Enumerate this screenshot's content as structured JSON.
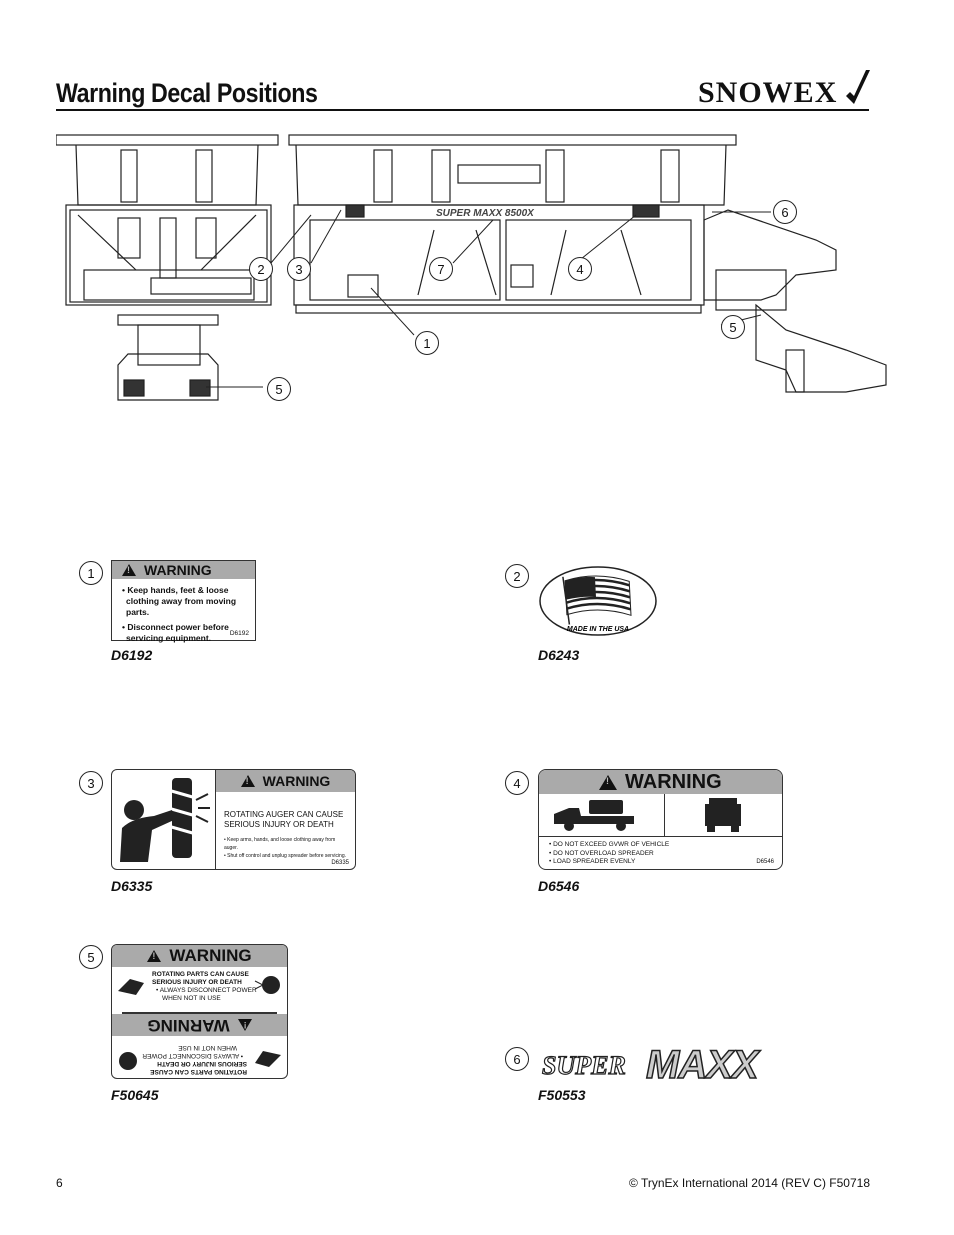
{
  "page": {
    "title": "Warning Decal Positions",
    "brand": "SNOWEX",
    "page_number": "6",
    "copyright": "© TrynEx International 2014 (REV C) F50718"
  },
  "diagram": {
    "callouts": [
      "6",
      "2",
      "3",
      "7",
      "4",
      "5",
      "1",
      "5"
    ],
    "hopper_label": "SUPER MAXX 8500X"
  },
  "decals": [
    {
      "num": "1",
      "code": "D6192",
      "heading": "WARNING",
      "lines": [
        "• Keep hands, feet & loose",
        "  clothing away from moving parts.",
        "• Disconnect power before",
        "  servicing equipment."
      ],
      "part": "D6192"
    },
    {
      "num": "2",
      "code": "D6243",
      "caption": "MADE IN THE USA"
    },
    {
      "num": "3",
      "code": "D6335",
      "heading": "WARNING",
      "main": [
        "ROTATING AUGER CAN CAUSE",
        "SERIOUS INJURY OR DEATH"
      ],
      "fine": [
        "• Keep arms, hands, and loose clothing away from auger.",
        "• Shut off control and unplug spreader before servicing."
      ],
      "part": "D6335"
    },
    {
      "num": "4",
      "code": "D6546",
      "heading": "WARNING",
      "lines": [
        "• DO NOT EXCEED GVWR OF VEHICLE",
        "• DO NOT OVERLOAD SPREADER",
        "• LOAD SPREADER EVENLY"
      ],
      "part": "D6546"
    },
    {
      "num": "5",
      "code": "F50645",
      "heading": "WARNING",
      "lines": [
        "ROTATING PARTS CAN CAUSE",
        "SERIOUS INJURY OR DEATH",
        "• ALWAYS DISCONNECT POWER",
        "WHEN NOT IN USE"
      ]
    },
    {
      "num": "6",
      "code": "F50553",
      "wordmark_a": "SUPER",
      "wordmark_b": "MAXX"
    }
  ]
}
